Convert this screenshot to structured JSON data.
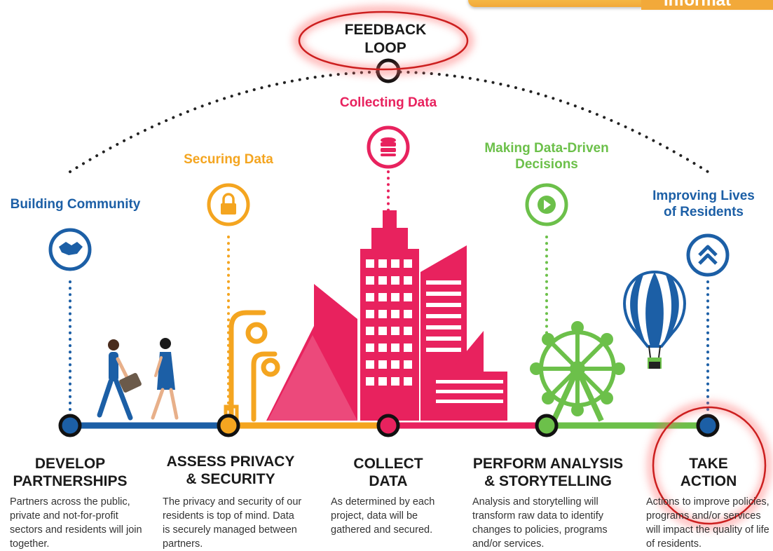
{
  "banner": {
    "label": "Informat"
  },
  "feedback_loop": {
    "title": "FEEDBACK\nLOOP"
  },
  "stages": [
    {
      "label": "Building Community",
      "color": "#1c5fa6",
      "icon": "handshake-icon"
    },
    {
      "label": "Securing Data",
      "color": "#f4a520",
      "icon": "lock-icon"
    },
    {
      "label": "Collecting Data",
      "color": "#e8225e",
      "icon": "database-icon"
    },
    {
      "label": "Making Data-Driven\nDecisions",
      "color": "#6cc04a",
      "icon": "play-icon"
    },
    {
      "label": "Improving Lives\nof Residents",
      "color": "#1c5fa6",
      "icon": "chevrons-up-icon"
    }
  ],
  "steps": [
    {
      "title": "DEVELOP\nPARTNERSHIPS",
      "description": "Partners across the public, private and not-for-profit sectors and residents will join together."
    },
    {
      "title": "ASSESS PRIVACY\n& SECURITY",
      "description": "The privacy and security of our residents is top of mind. Data is securely managed between partners."
    },
    {
      "title": "COLLECT\nDATA",
      "description": "As determined by each project, data will be gathered and secured."
    },
    {
      "title": "PERFORM ANALYSIS\n& STORYTELLING",
      "description": "Analysis and storytelling will transform raw data to identify changes to policies, programs and/or services."
    },
    {
      "title": "TAKE\nACTION",
      "description": "Actions to improve policies, programs and/or services will impact the quality of life of residents."
    }
  ],
  "colors": {
    "blue": "#1c5fa6",
    "orange": "#f4a520",
    "pink": "#e8225e",
    "green": "#6cc04a",
    "highlight": "#cc1f1f"
  }
}
